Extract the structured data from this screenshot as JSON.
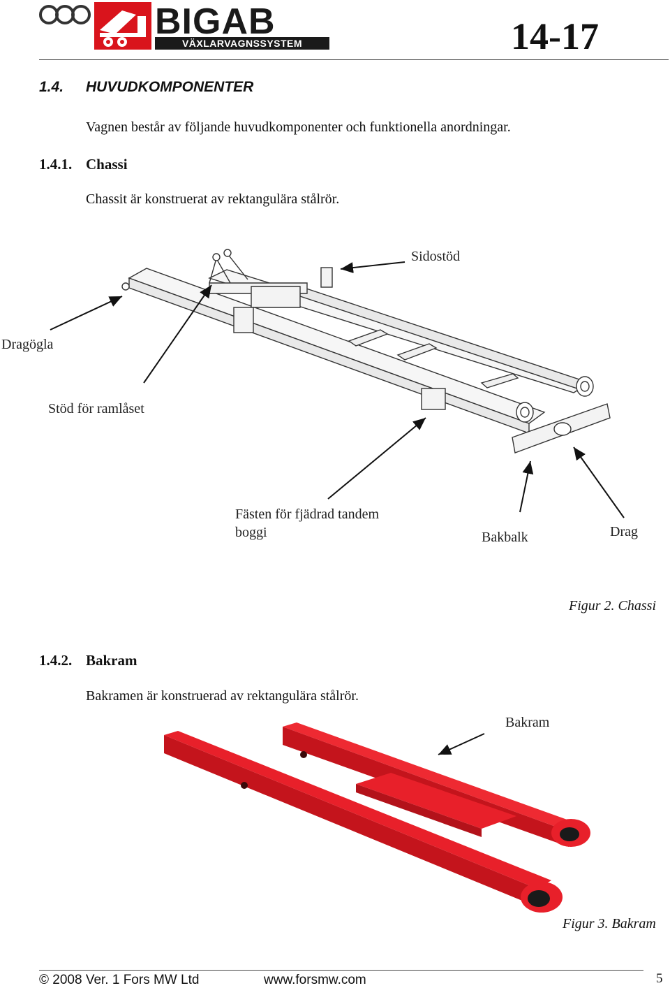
{
  "header": {
    "logo_word": "BIGAB",
    "logo_subtitle": "VÄXLARVAGNSSYSTEM",
    "page_code": "14-17"
  },
  "section": {
    "number": "1.4.",
    "title": "HUVUDKOMPONENTER",
    "intro": "Vagnen består av följande huvudkomponenter och funktionella anordningar."
  },
  "chassi": {
    "number": "1.4.1.",
    "title": "Chassi",
    "text": "Chassit är konstruerat av rektangulära stålrör.",
    "labels": {
      "sidostod": "Sidostöd",
      "dragogla": "Dragögla",
      "stod": "Stöd för ramlåset",
      "fasten_line1": "Fästen för fjädrad tandem",
      "fasten_line2": "boggi",
      "bakbalk": "Bakbalk",
      "drag": "Drag"
    },
    "caption": "Figur 2. Chassi"
  },
  "bakram": {
    "number": "1.4.2.",
    "title": "Bakram",
    "text": "Bakramen är konstruerad av rektangulära stålrör.",
    "label": "Bakram",
    "caption": "Figur 3. Bakram"
  },
  "footer": {
    "copyright": "© 2008 Ver. 1 Fors MW Ltd",
    "website": "www.forsmw.com",
    "page_number": "5"
  },
  "colors": {
    "frame_red": "#e8202a",
    "logo_red": "#d9141c"
  }
}
